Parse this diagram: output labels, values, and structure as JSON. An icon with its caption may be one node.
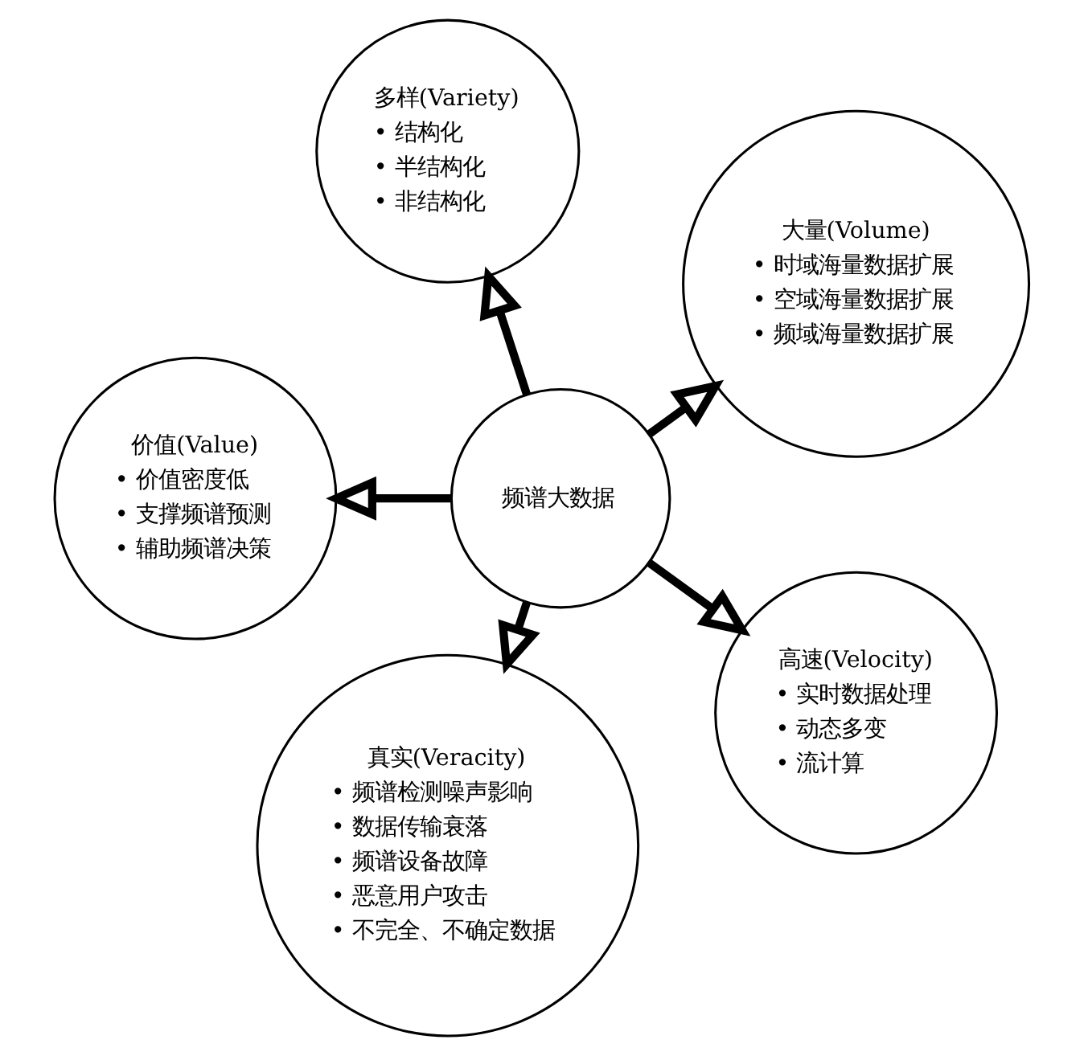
{
  "diagram": {
    "nodes": [
      {
        "text": [
          "大量(Volume)",
          "• 时域海量数据扩展",
          "• 空域海量数据扩展",
          "• 频域海量数据扩展"
        ]
      },
      {
        "text": [
          "多样(Variety)",
          "• 结构化",
          "• 半结构化",
          "• 非结构化"
        ]
      },
      {
        "text": [
          "价值(Value)",
          "• 价值密度低",
          "• 支撑频谱预测",
          "• 辅助频谱决策"
        ]
      },
      {
        "text": [
          "频谱大数据"
        ]
      },
      {
        "text": [
          "真实(Veracity)",
          "• 频谱检测噪声影响",
          "• 数据传输衰落",
          "• 频谱设备故障",
          "• 恶意用户攻击",
          "• 不完全、不确定数据"
        ]
      },
      {
        "text": [
          "高速(Velocity)",
          "• 实时数据处理",
          "• 动态多变",
          "• 流计算"
        ]
      }
    ],
    "edges": [
      {
        "from": 3,
        "to": 0,
        "arrow": "to"
      },
      {
        "from": 3,
        "to": 1,
        "arrow": "to"
      },
      {
        "from": 3,
        "to": 5,
        "arrow": "to"
      },
      {
        "from": 3,
        "to": 4,
        "arrow": "to"
      },
      {
        "from": 3,
        "to": 2,
        "arrow": "to"
      }
    ]
  }
}
